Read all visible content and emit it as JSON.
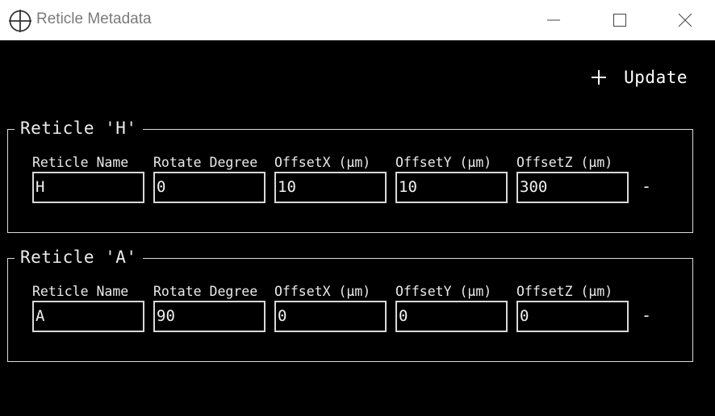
{
  "window": {
    "title": "Reticle Metadata",
    "app_icon": "crosshair-icon",
    "controls": [
      "minimize-icon",
      "maximize-icon",
      "close-icon"
    ]
  },
  "toolbar": {
    "update_label": "Update",
    "update_icon": "plus-icon"
  },
  "column_labels": {
    "name": "Reticle Name",
    "rotate": "Rotate Degree",
    "offset_x": "OffsetX (µm)",
    "offset_y": "OffsetY (µm)",
    "offset_z": "OffsetZ (µm)"
  },
  "reticles": [
    {
      "legend": "Reticle 'H'",
      "name": "H",
      "rotate": "0",
      "offset_x": "10",
      "offset_y": "10",
      "offset_z": "300",
      "remove_label": "-"
    },
    {
      "legend": "Reticle 'A'",
      "name": "A",
      "rotate": "90",
      "offset_x": "0",
      "offset_y": "0",
      "offset_z": "0",
      "remove_label": "-"
    }
  ],
  "colors": {
    "background": "#000000",
    "titlebar": "#ffffff",
    "text": "#e6e6e6"
  }
}
